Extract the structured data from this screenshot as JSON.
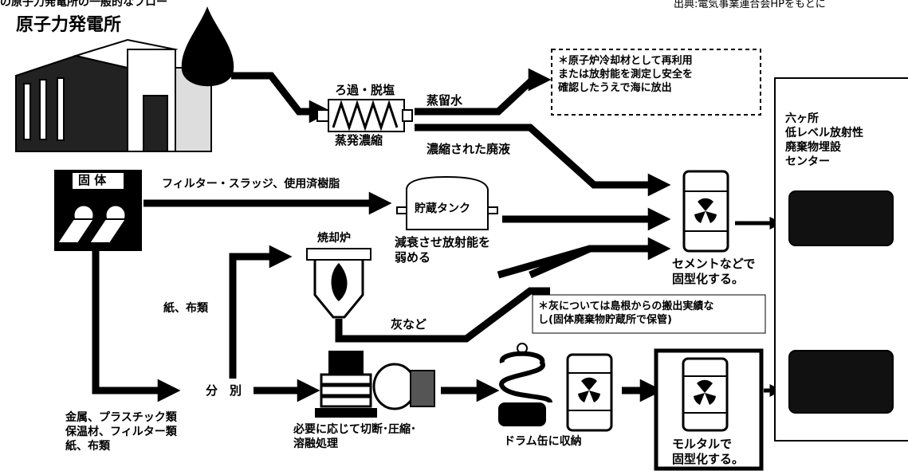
{
  "header": {
    "top_left_fragment": "の原子力発電所の一般的なフロー",
    "source_note": "出典:電気事業連合会HPをもとに",
    "plant_title": "原子力発電所"
  },
  "liquid_path": {
    "filter_label": "ろ過・脱塩",
    "evaporator_label": "蒸発濃縮",
    "distilled_water_label": "蒸留水",
    "concentrated_label": "濃縮された廃液",
    "reuse_note": "＊原子炉冷却材として再利用\nまたは放射能を測定し安全を\n確認したうえで海に放出"
  },
  "solid_path": {
    "solid_badge": "固 体",
    "filter_sludge_label": "フィルター・スラッジ、使用済樹脂",
    "tank_label": "貯蔵タンク",
    "decay_note": "減衰させ放射能を\n弱める",
    "incinerator_label": "焼却炉",
    "paper_cloth_label": "紙、布類",
    "ash_label": "灰など",
    "ash_note": "＊灰については島根からの搬出実績な\nし(固体廃棄物貯蔵所で保管)",
    "sort_label": "分　別",
    "materials_label": "金属、プラスチック類\n保温材、フィルター類\n紙、布類",
    "cut_compress_label": "必要に応じて切断･圧縮･\n溶融処理",
    "drum_label": "ドラム缶に収納"
  },
  "solidify": {
    "cement_label": "セメントなどで\n固型化する。",
    "mortar_label": "モルタルで\n固型化する。"
  },
  "disposal_center": {
    "name": "六ヶ所\n低レベル放射性\n廃棄物埋設\nセンター"
  },
  "colors": {
    "ink": "#000000",
    "paper": "#ffffff",
    "box_fill": "#111111"
  }
}
